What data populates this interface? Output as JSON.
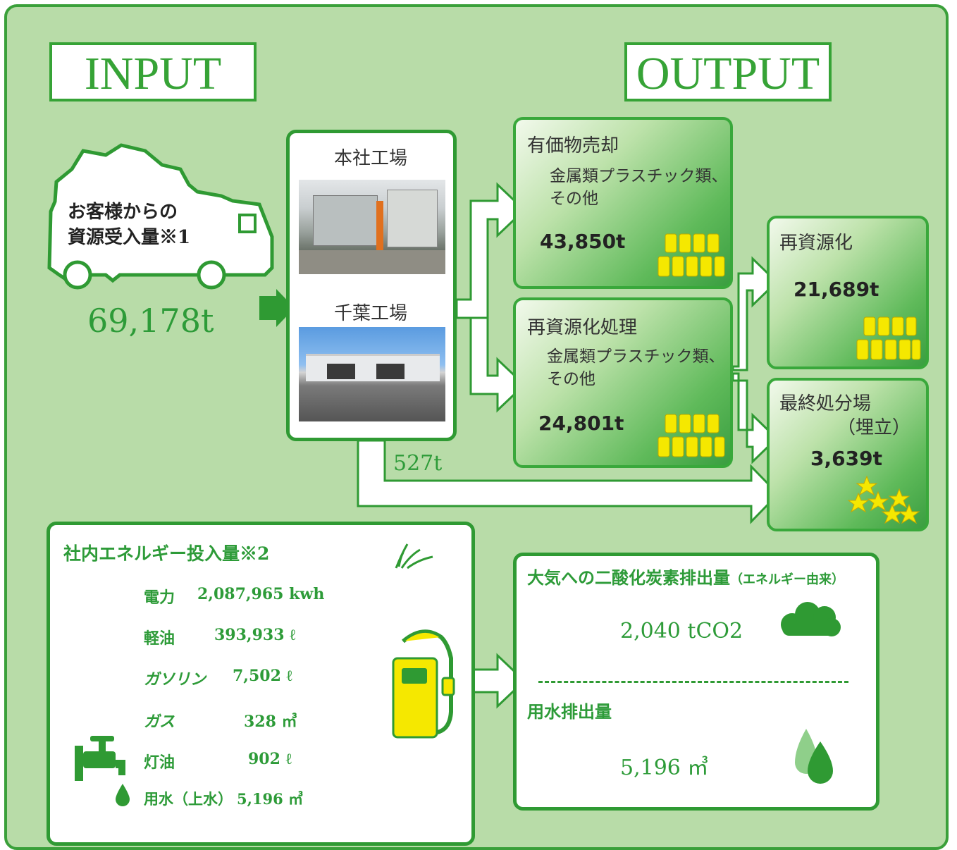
{
  "input_title": "INPUT",
  "output_title": "OUTPUT",
  "customer": {
    "label_line1": "お客様からの",
    "label_line2": "資源受入量※1",
    "amount": "69,178t"
  },
  "factories": {
    "head_office": "本社工場",
    "chiba": "千葉工場",
    "direct_landfill": "527t"
  },
  "valuables": {
    "title": "有価物売却",
    "items_line1": "金属類プラスチック類、",
    "items_line2": "その他",
    "amount": "43,850t"
  },
  "recycling_process": {
    "title": "再資源化処理",
    "items_line1": "金属類プラスチック類、",
    "items_line2": "その他",
    "amount": "24,801t"
  },
  "recycled": {
    "title": "再資源化",
    "amount": "21,689t"
  },
  "landfill": {
    "title": "最終処分場",
    "subtitle": "（埋立）",
    "amount": "3,639t"
  },
  "energy": {
    "title": "社内エネルギー投入量※2",
    "items": [
      {
        "name": "電力",
        "value": "2,087,965 kwh"
      },
      {
        "name": "軽油",
        "value": "393,933 ℓ"
      },
      {
        "name": "ガソリン",
        "value": "7,502 ℓ"
      },
      {
        "name": "ガス",
        "value": "328 ㎥"
      },
      {
        "name": "灯油",
        "value": "902 ℓ"
      },
      {
        "name": "用水（上水）",
        "value": "5,196 ㎥"
      }
    ]
  },
  "emissions": {
    "co2_title": "大気への二酸化炭素排出量",
    "co2_note": "（エネルギー由来）",
    "co2_value": "2,040 tCO2",
    "water_title": "用水排出量",
    "water_value": "5,196 ㎥"
  },
  "colors": {
    "background": "#b8dca8",
    "border_green": "#36a336",
    "text_green": "#2d9b38",
    "bar_yellow": "#f2e600"
  },
  "icons": [
    "truck-icon",
    "arrow-icon",
    "gold-bars-icon",
    "stars-icon",
    "grass-icon",
    "fuel-pump-icon",
    "faucet-icon",
    "cloud-icon",
    "water-drop-icon"
  ]
}
